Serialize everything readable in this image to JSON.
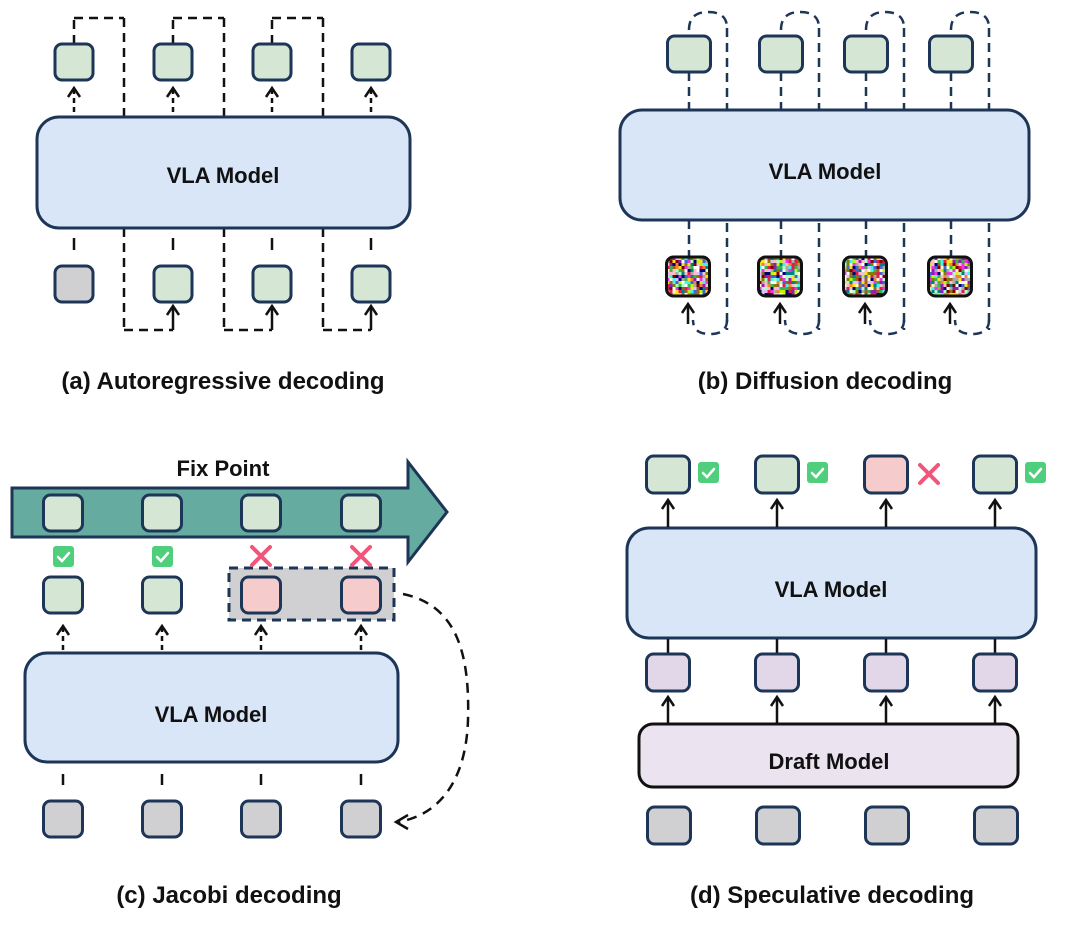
{
  "colors": {
    "token_green": "#d5e6d5",
    "token_gray": "#d0cfd1",
    "token_red": "#f5cccb",
    "token_purple": "#e2d7e8",
    "outline": "#1d3557",
    "vla_fill": "#d8e6f8",
    "draft_fill": "#ece3f0",
    "fixpoint_arrow": "#66ab9f",
    "check_green": "#4fce7c",
    "cross_red": "#f0567a"
  },
  "panels": {
    "a": {
      "model_label": "VLA Model",
      "caption": "(a) Autoregressive decoding",
      "outputs": [
        "green",
        "green",
        "green",
        "green"
      ],
      "inputs": [
        "gray",
        "green",
        "green",
        "green"
      ]
    },
    "b": {
      "model_label": "VLA Model",
      "caption": "(b) Diffusion decoding",
      "outputs": [
        "green",
        "green",
        "green",
        "green"
      ],
      "inputs": [
        "noise",
        "noise",
        "noise",
        "noise"
      ]
    },
    "c": {
      "fix_point_label": "Fix Point",
      "model_label": "VLA Model",
      "caption": "(c) Jacobi decoding",
      "fixpoint_tokens": [
        "green",
        "green",
        "green",
        "green"
      ],
      "verdicts": [
        "check",
        "check",
        "cross",
        "cross"
      ],
      "outputs": [
        "green",
        "green",
        "red",
        "red"
      ],
      "inputs": [
        "gray",
        "gray",
        "gray",
        "gray"
      ]
    },
    "d": {
      "model_label": "VLA Model",
      "draft_label": "Draft Model",
      "caption": "(d) Speculative decoding",
      "outputs": [
        "green",
        "green",
        "red",
        "green"
      ],
      "verdicts": [
        "check",
        "check",
        "cross",
        "check"
      ],
      "drafts": [
        "purple",
        "purple",
        "purple",
        "purple"
      ],
      "inputs": [
        "gray",
        "gray",
        "gray",
        "gray"
      ]
    }
  }
}
